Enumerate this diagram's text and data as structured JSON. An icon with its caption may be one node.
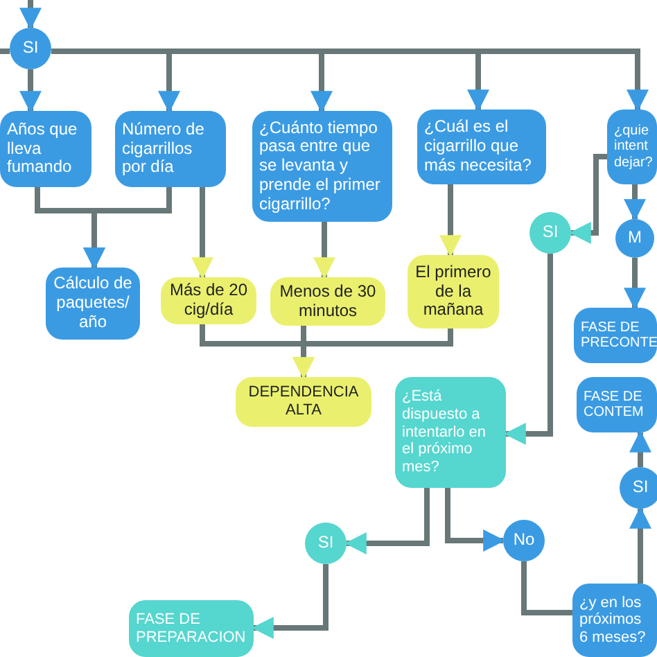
{
  "diagram": {
    "nodes": [
      {
        "text": [
          "SI"
        ]
      },
      {
        "text": [
          "Años que lleva fumando"
        ]
      },
      {
        "text": [
          "Número de cigarrillos por día"
        ]
      },
      {
        "text": [
          "¿Cuánto tiempo pasa entre que se levanta y prende el primer cigarrillo?"
        ]
      },
      {
        "text": [
          "¿Cuál es el cigarrillo que más necesita?"
        ]
      },
      {
        "text": [
          "¿quie intent dejar?"
        ]
      },
      {
        "text": [
          "Cálculo de paquetes/ año"
        ]
      },
      {
        "text": [
          "Más de 20 cig/día"
        ]
      },
      {
        "text": [
          "Menos de 30 minutos"
        ]
      },
      {
        "text": [
          "El primero de la mañana"
        ]
      },
      {
        "text": [
          "DEPENDENCIA ALTA"
        ]
      },
      {
        "text": [
          "SI"
        ]
      },
      {
        "text": [
          "M"
        ]
      },
      {
        "text": [
          "FASE DE PRECONTE"
        ]
      },
      {
        "text": [
          "FASE DE CONTEM"
        ]
      },
      {
        "text": [
          "¿Está dispuesto a intentarlo en el próximo mes?"
        ]
      },
      {
        "text": [
          "SI"
        ]
      },
      {
        "text": [
          "No"
        ]
      },
      {
        "text": [
          "SI"
        ]
      },
      {
        "text": [
          "FASE DE PREPARACION"
        ]
      },
      {
        "text": [
          "¿y en los próximos 6 meses?"
        ]
      }
    ],
    "edges": [
      {
        "from": null,
        "to": 0,
        "arrow": "to"
      },
      {
        "from": null,
        "to": 0,
        "arrow": "none"
      },
      {
        "from": 0,
        "to": 1,
        "arrow": "to"
      },
      {
        "from": 0,
        "to": 2,
        "arrow": "to"
      },
      {
        "from": 0,
        "to": 3,
        "arrow": "to"
      },
      {
        "from": 0,
        "to": 4,
        "arrow": "to"
      },
      {
        "from": 0,
        "to": 5,
        "arrow": "to"
      },
      {
        "from": 1,
        "to": 6,
        "arrow": "to"
      },
      {
        "from": 2,
        "to": 6,
        "arrow": "to"
      },
      {
        "from": 2,
        "to": 7,
        "arrow": "to"
      },
      {
        "from": 3,
        "to": 8,
        "arrow": "to"
      },
      {
        "from": 4,
        "to": 9,
        "arrow": "to"
      },
      {
        "from": 7,
        "to": 10,
        "arrow": "to"
      },
      {
        "from": 8,
        "to": 10,
        "arrow": "to"
      },
      {
        "from": 9,
        "to": 10,
        "arrow": "to"
      },
      {
        "from": 5,
        "to": 11,
        "arrow": "to"
      },
      {
        "from": 5,
        "to": 12,
        "arrow": "to"
      },
      {
        "from": 12,
        "to": 13,
        "arrow": "to"
      },
      {
        "from": 11,
        "to": 15,
        "arrow": "to"
      },
      {
        "from": 15,
        "to": 16,
        "arrow": "to"
      },
      {
        "from": 15,
        "to": 17,
        "arrow": "to"
      },
      {
        "from": 16,
        "to": 19,
        "arrow": "to"
      },
      {
        "from": 17,
        "to": 20,
        "arrow": "none"
      },
      {
        "from": 20,
        "to": 18,
        "arrow": "to"
      },
      {
        "from": 18,
        "to": 14,
        "arrow": "to"
      }
    ]
  }
}
